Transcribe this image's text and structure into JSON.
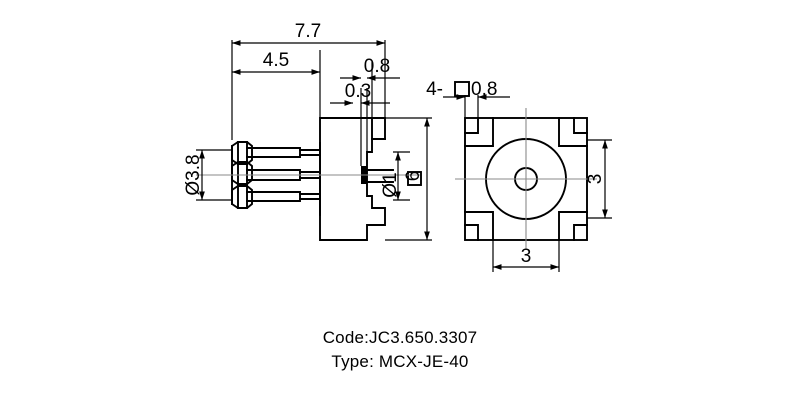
{
  "drawing": {
    "title": "MCX-JE-40 connector mechanical drawing",
    "line_color": "#000000",
    "center_line_color": "#808080",
    "background": "#ffffff",
    "views": [
      {
        "id": "side-view",
        "name": "Side view (left)"
      },
      {
        "id": "front-view",
        "name": "Front view (right)"
      }
    ]
  },
  "dimensions": {
    "overall_length": "7.7",
    "body_offset": "4.5",
    "tab_width": "0.8",
    "tab_thickness": "0.3",
    "flange_diameter": "Ø3.8",
    "center_pin_diameter": "Ø1",
    "body_height": "6",
    "hole_callout_count": "4-",
    "hole_callout_size": "0.8",
    "pitch_vertical": "3",
    "pitch_horizontal": "3"
  },
  "labels": {
    "code": "Code:JC3.650.3307",
    "type": "Type: MCX-JE-40"
  }
}
